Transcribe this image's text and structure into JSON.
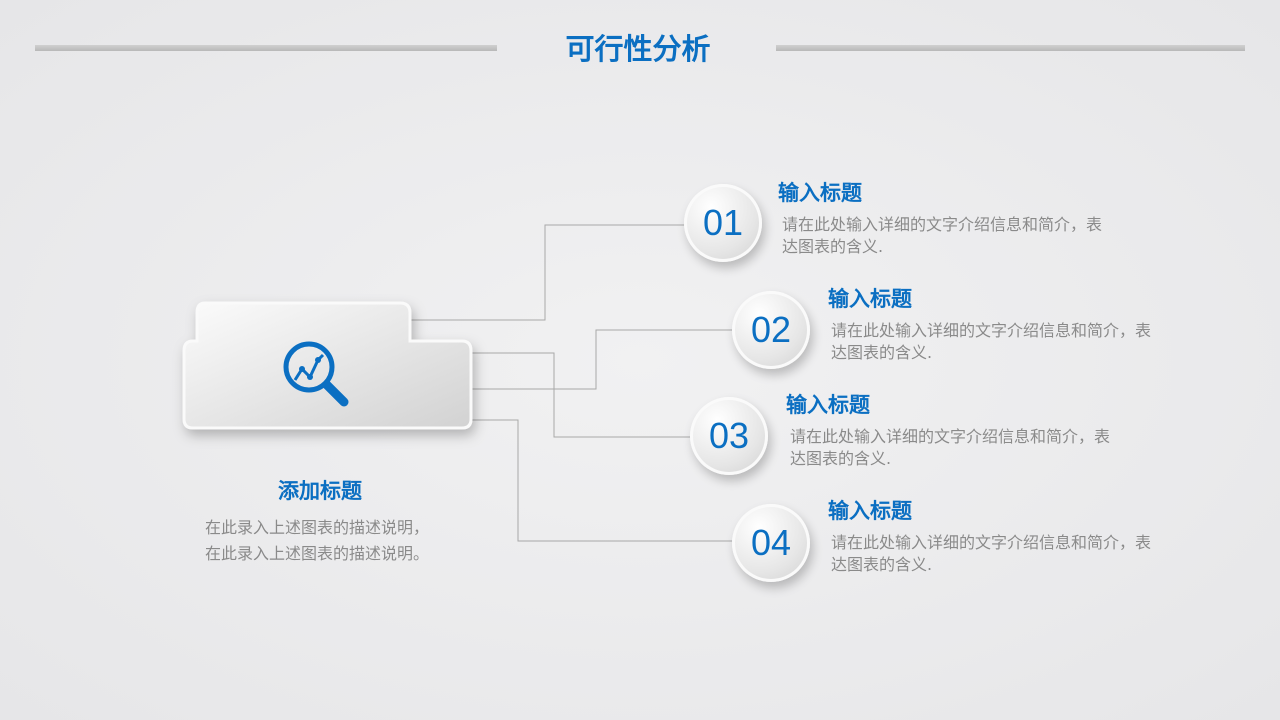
{
  "title": "可行性分析",
  "main": {
    "title": "添加标题",
    "description": "在此录入上述图表的描述说明，在此录入上述图表的描述说明。",
    "icon": "magnifier-chart-icon"
  },
  "items": [
    {
      "number": "01",
      "title": "输入标题",
      "description": "请在此处输入详细的文字介绍信息和简介，表达图表的含义."
    },
    {
      "number": "02",
      "title": "输入标题",
      "description": "请在此处输入详细的文字介绍信息和简介，表达图表的含义."
    },
    {
      "number": "03",
      "title": "输入标题",
      "description": "请在此处输入详细的文字介绍信息和简介，表达图表的含义."
    },
    {
      "number": "04",
      "title": "输入标题",
      "description": "请在此处输入详细的文字介绍信息和简介，表达图表的含义."
    }
  ],
  "colors": {
    "accent": "#0b6fc2",
    "text": "#8a8a8a"
  }
}
